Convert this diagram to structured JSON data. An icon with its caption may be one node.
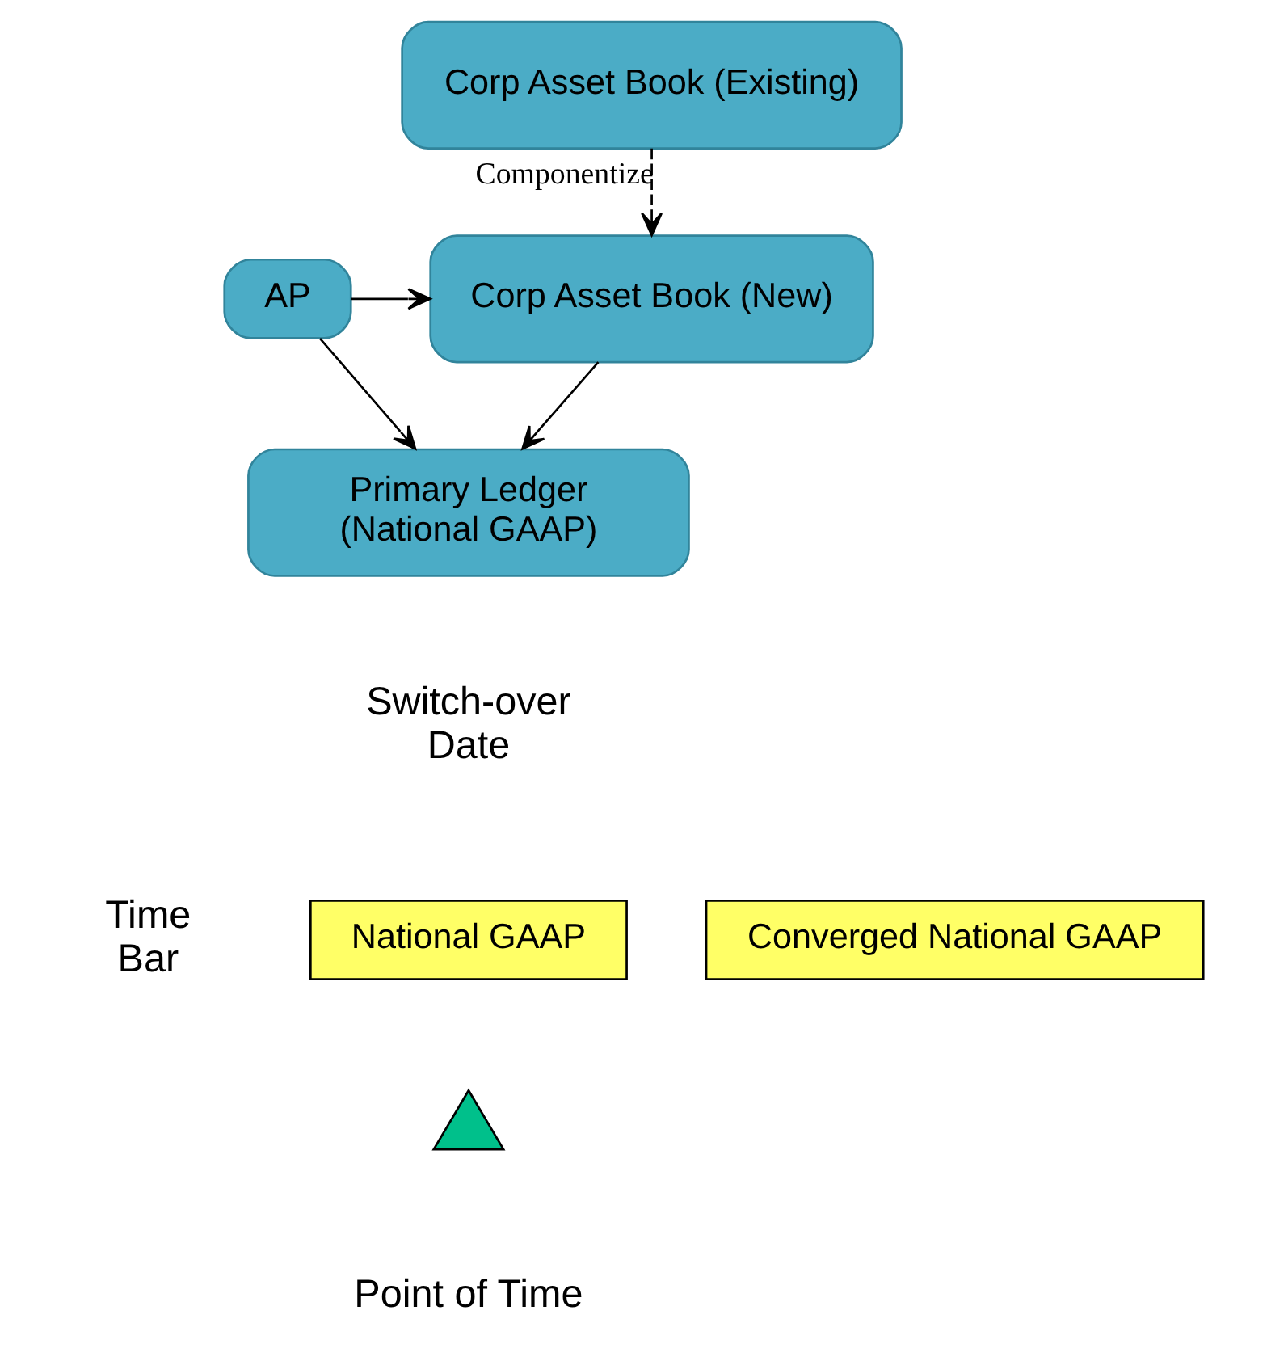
{
  "diagram": {
    "nodes": [
      {
        "text": [
          "Corp Asset Book (Existing)"
        ]
      },
      {
        "text": [
          "AP"
        ]
      },
      {
        "text": [
          "Corp Asset Book (New)"
        ]
      },
      {
        "text": [
          "Primary Ledger",
          "(National GAAP)"
        ]
      },
      {
        "text": [
          "National GAAP"
        ]
      },
      {
        "text": [
          "Converged National GAAP"
        ]
      },
      {
        "text": [],
        "shape": "triangle"
      }
    ],
    "edges": [
      {
        "from": 0,
        "to": 2,
        "arrow": "to",
        "style": "dashed",
        "label": "Componentize"
      },
      {
        "from": 1,
        "to": 2,
        "arrow": "to"
      },
      {
        "from": 2,
        "to": 3,
        "arrow": "to"
      },
      {
        "from": 1,
        "to": 3,
        "arrow": "to"
      }
    ],
    "labels": [
      "Switch-over Date",
      "Time Bar",
      "Point of Time"
    ]
  }
}
